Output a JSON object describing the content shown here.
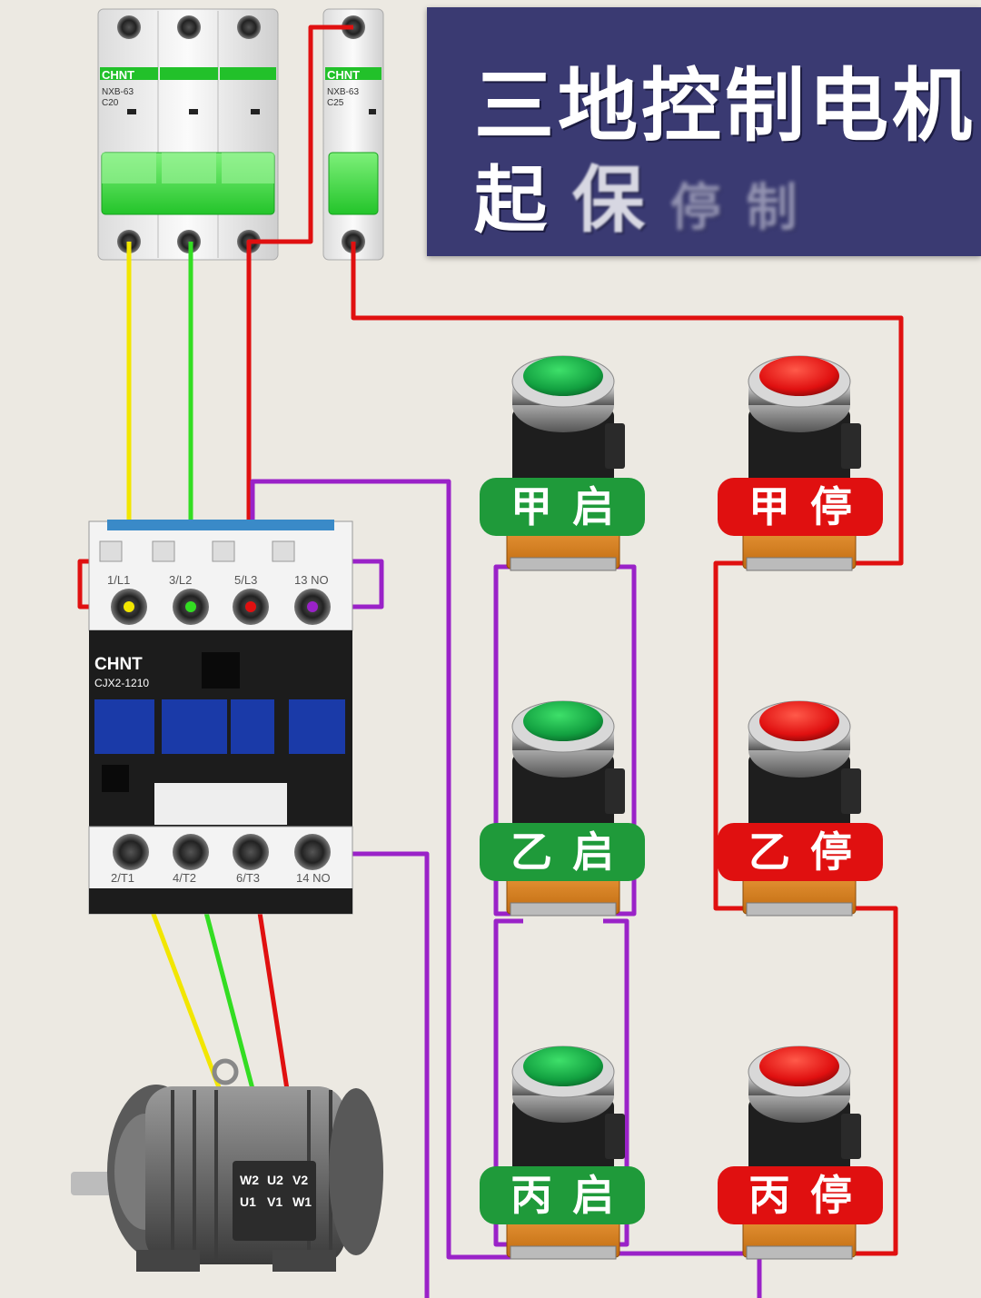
{
  "title": {
    "line1": "三地控制电机",
    "line2_a": "起",
    "line2_b": "保",
    "line2_c": "停",
    "line2_d": "制"
  },
  "breakers": {
    "three_pole": {
      "brand": "CHNT",
      "model": "NXB-63",
      "rating": "C20"
    },
    "single_pole": {
      "brand": "CHNT",
      "model": "NXB-63",
      "rating": "C25"
    }
  },
  "contactor": {
    "brand": "CHNT",
    "model": "CJX2-1210",
    "top_terminals": [
      "1/L1",
      "3/L2",
      "5/L3",
      "13 NO"
    ],
    "bottom_terminals": [
      "2/T1",
      "4/T2",
      "6/T3",
      "14 NO"
    ]
  },
  "motor": {
    "terminals_top": [
      "W2",
      "U2",
      "V2"
    ],
    "terminals_bottom": [
      "U1",
      "V1",
      "W1"
    ]
  },
  "buttons": [
    {
      "label": "甲启",
      "type": "start",
      "color": "#1f9a3a"
    },
    {
      "label": "甲停",
      "type": "stop",
      "color": "#e01010"
    },
    {
      "label": "乙启",
      "type": "start",
      "color": "#1f9a3a"
    },
    {
      "label": "乙停",
      "type": "stop",
      "color": "#e01010"
    },
    {
      "label": "丙启",
      "type": "start",
      "color": "#1f9a3a"
    },
    {
      "label": "丙停",
      "type": "stop",
      "color": "#e01010"
    }
  ],
  "colors": {
    "wire_red": "#e01010",
    "wire_yellow": "#f2e600",
    "wire_green": "#33dd22",
    "wire_purple": "#9a22c8",
    "title_bg": "#3a3a72"
  }
}
